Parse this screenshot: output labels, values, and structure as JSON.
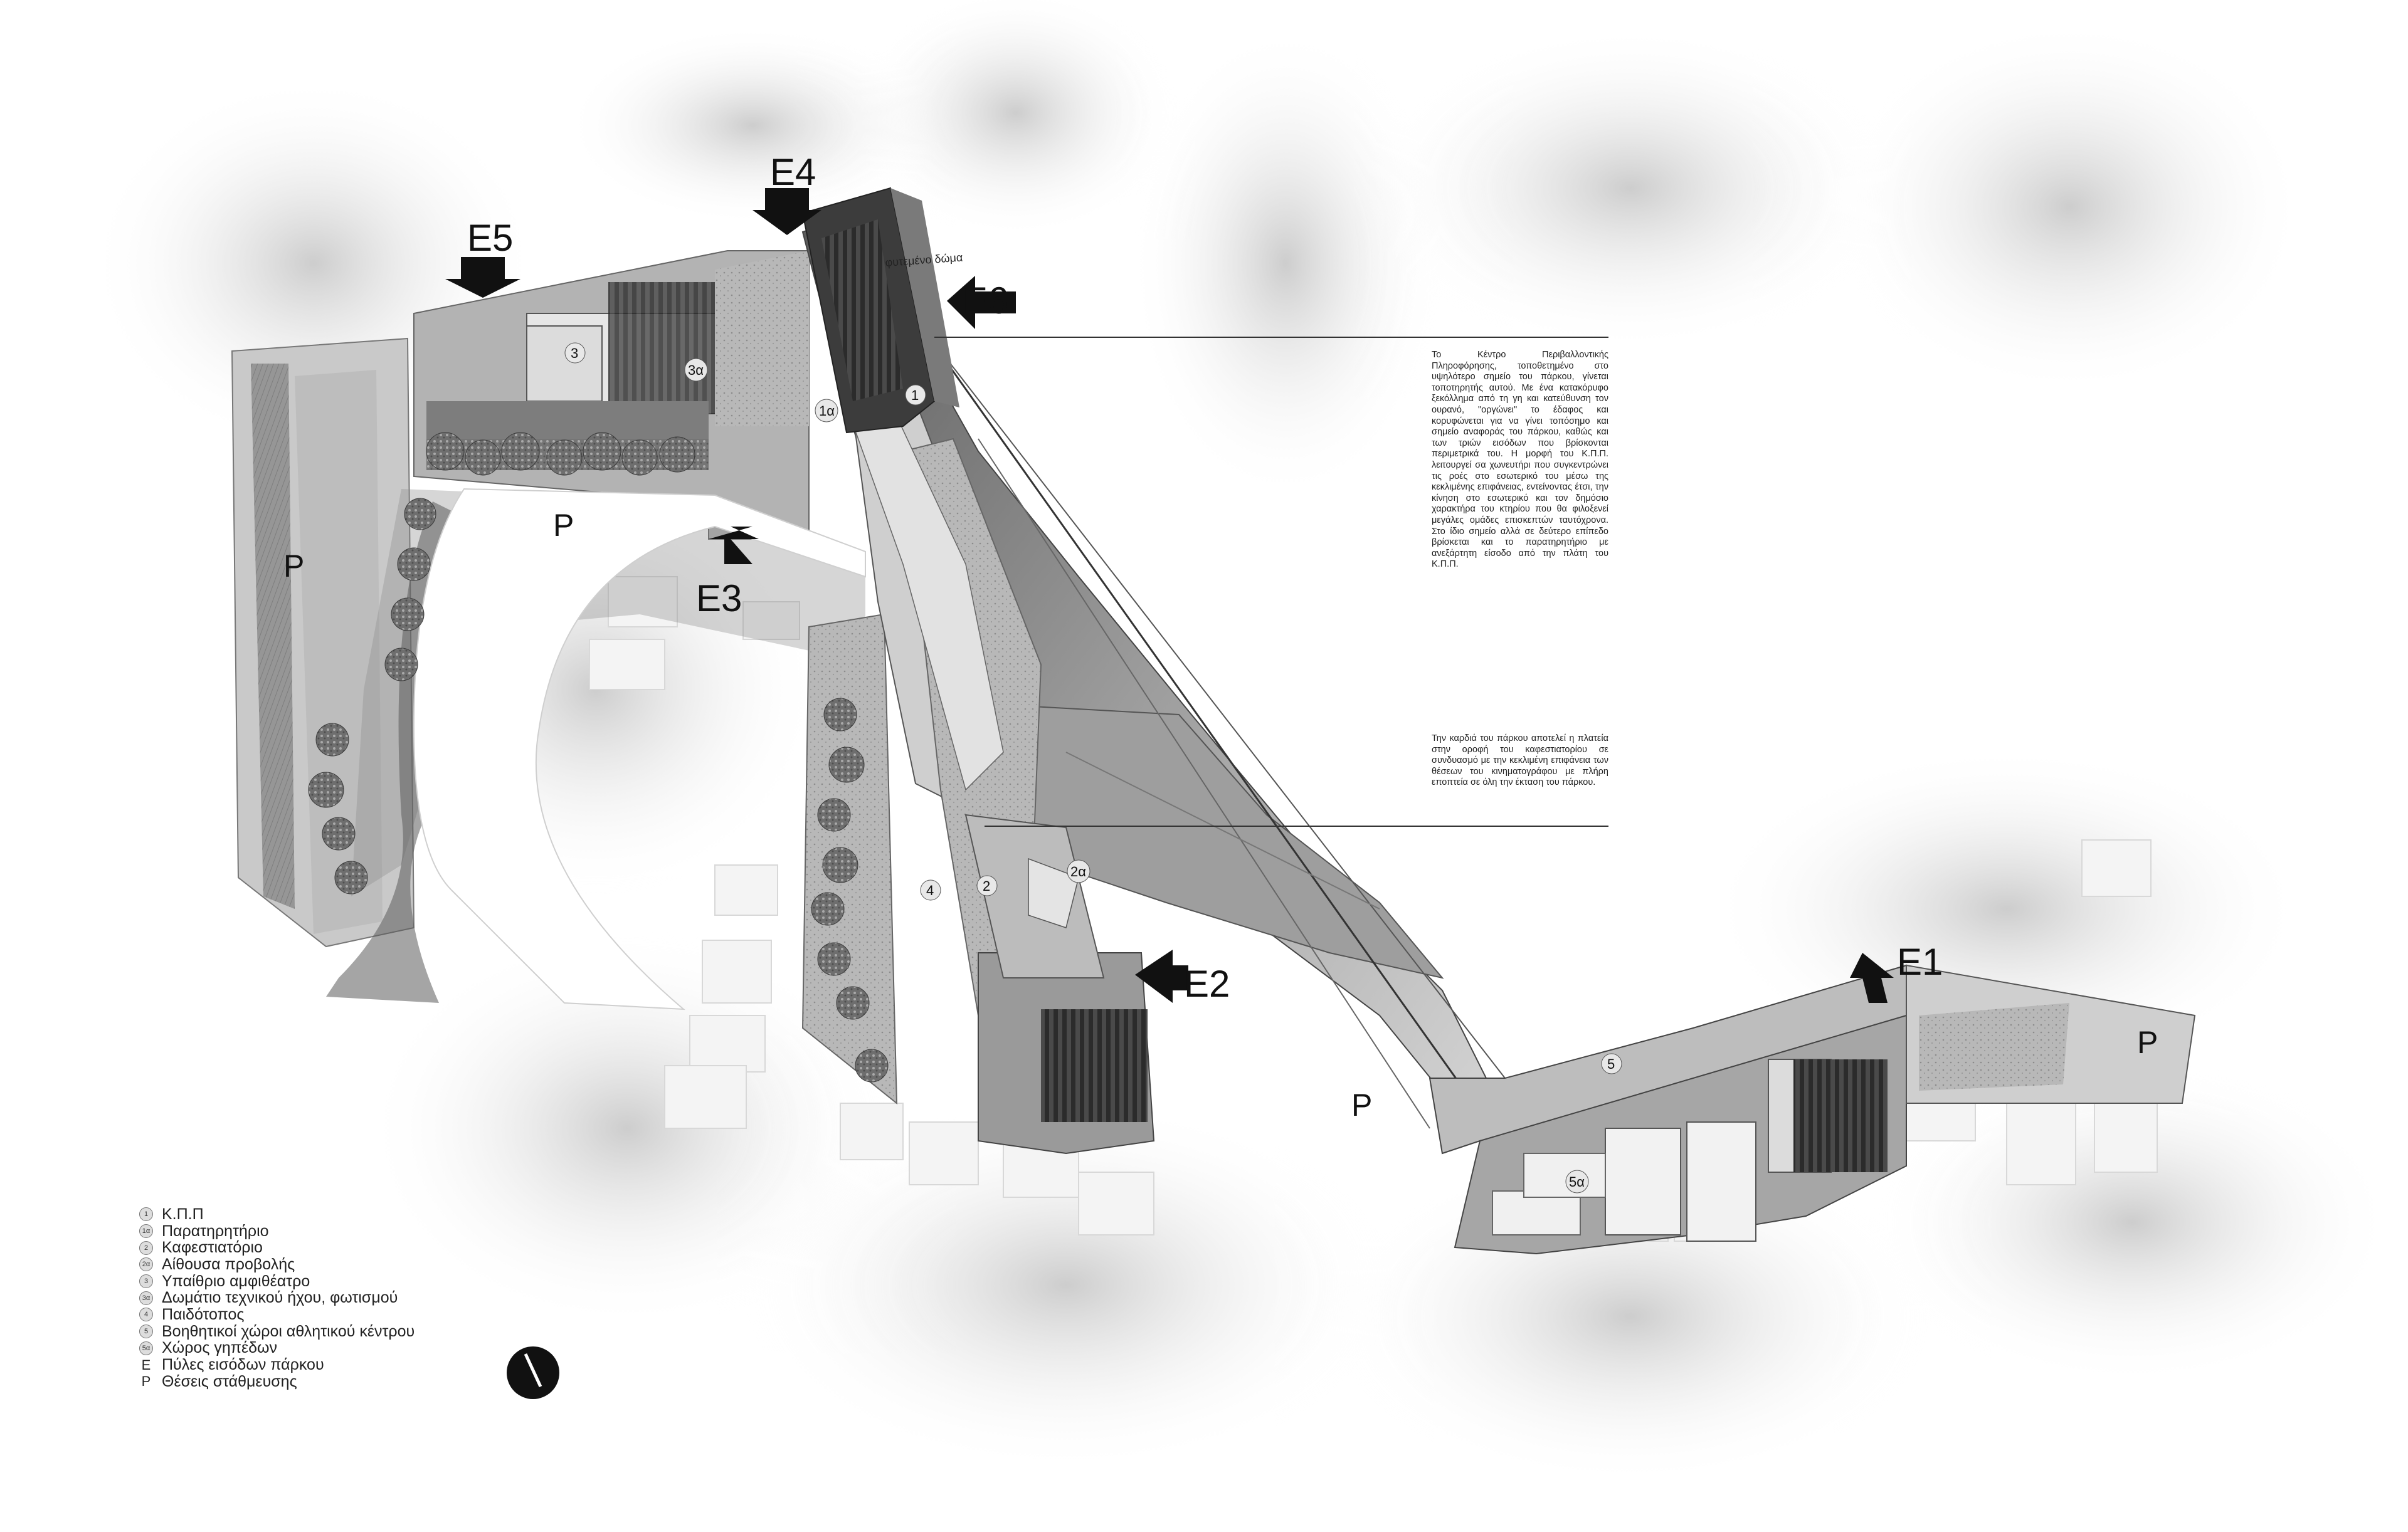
{
  "gates": [
    "E1",
    "E2",
    "E3",
    "E4",
    "E5",
    "E6"
  ],
  "parking_label": "P",
  "area_numbers": {
    "n1": "1",
    "n1a": "1α",
    "n2": "2",
    "n2a": "2α",
    "n3": "3",
    "n3a": "3α",
    "n4": "4",
    "n5": "5",
    "n5a": "5α"
  },
  "site_label": "φυτεμένο δώμα",
  "description": {
    "paragraph1": "Το Κέντρο Περιβαλλοντικής Πληροφόρησης, τοποθετημένο στο υψηλότερο σημείο του πάρκου, γίνεται τοποτηρητής αυτού. Με ένα κατακόρυφο ξεκόλλημα από τη γη και κατεύθυνση τον ουρανό, \"οργώνει\" το έδαφος και κορυφώνεται για να γίνει τοπόσημο και σημείο αναφοράς του πάρκου, καθώς και των τριών εισόδων που βρίσκονται περιμετρικά του. Η μορφή του Κ.Π.Π. λειτουργεί σα χωνευτήρι που συγκεντρώνει τις ροές στο εσωτερικό του μέσω της κεκλιμένης επιφάνειας, εντείνοντας έτσι, την κίνηση στο εσωτερικό και τον δημόσιο χαρακτήρα του κτηρίου που θα φιλοξενεί μεγάλες ομάδες επισκεπτών ταυτόχρονα. Στο ίδιο σημείο αλλά σε δεύτερο επίπεδο βρίσκεται και το παρατηρητήριο με ανεξάρτητη είσοδο από την πλάτη του Κ.Π.Π.",
    "paragraph2": "Την καρδιά του πάρκου αποτελεί η πλατεία στην οροφή του καφεστιατορίου σε συνδυασμό με την κεκλιμένη επιφάνεια των θέσεων του κινηματογράφου με πλήρη εποπτεία σε όλη την έκταση του πάρκου."
  },
  "legend": [
    {
      "key": "1",
      "label": "Κ.Π.Π"
    },
    {
      "key": "1α",
      "label": "Παρατηρητήριο"
    },
    {
      "key": "2",
      "label": "Καφεστιατόριο"
    },
    {
      "key": "2α",
      "label": "Αίθουσα προβολής"
    },
    {
      "key": "3",
      "label": "Υπαίθριο αμφιθέατρο"
    },
    {
      "key": "3α",
      "label": "Δωμάτιο τεχνικού ήχου, φωτισμού"
    },
    {
      "key": "4",
      "label": "Παιδότοπος"
    },
    {
      "key": "5",
      "label": "Βοηθητικοί χώροι αθλητικού κέντρου"
    },
    {
      "key": "5α",
      "label": "Χώρος γηπέδων"
    },
    {
      "key": "E",
      "label": "Πύλες εισόδων πάρκου"
    },
    {
      "key": "P",
      "label": "Θέσεις στάθμευσης"
    }
  ],
  "icons": {
    "gate_arrow": "arrow-icon",
    "north": "north-arrow-icon"
  }
}
